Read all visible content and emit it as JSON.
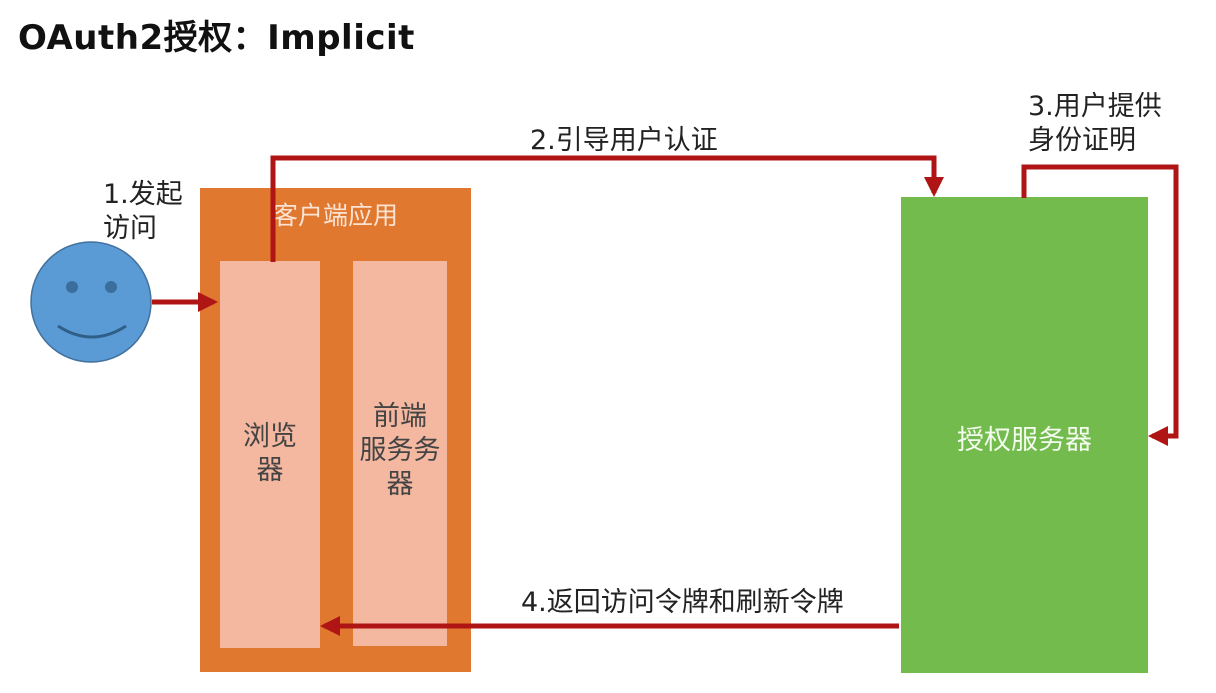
{
  "title": "OAuth2授权：Implicit",
  "user": {
    "icon": "smiley-user-icon"
  },
  "steps": {
    "step1": "1.发起\n访问",
    "step2": "2.引导用户认证",
    "step3": "3.用户提供\n身份证明",
    "step4": "4.返回访问令牌和刷新令牌"
  },
  "client_app": {
    "title": "客户端应用",
    "browser": "浏览\n器",
    "frontend_server": "前端\n服务务\n器"
  },
  "auth_server": {
    "label": "授权服务器"
  },
  "colors": {
    "arrow": "#b01515",
    "client": "#e07830",
    "inner": "#f4b7a0",
    "auth": "#72bb4c",
    "user": "#5b9bd5"
  }
}
